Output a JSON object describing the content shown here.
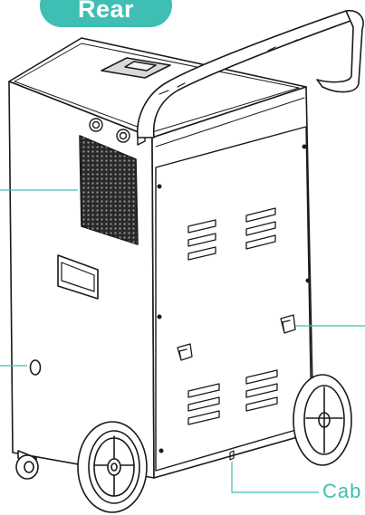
{
  "badge": {
    "label": "Rear"
  },
  "callouts": {
    "cable_label": "Cab"
  },
  "colors": {
    "accent": "#3fbfb3",
    "line": "#1a1a1a",
    "background": "#ffffff"
  },
  "icons": [
    "dehumidifier-rear-illustration",
    "wheel-icon",
    "handle-icon",
    "grille-icon",
    "knob-icon",
    "display-panel-icon"
  ]
}
